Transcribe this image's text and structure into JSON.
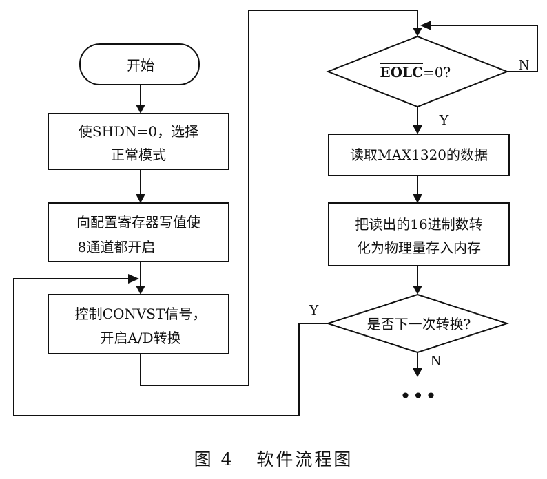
{
  "nodes": {
    "start": "开始",
    "step1": {
      "line1": "使SHDN=0，选择",
      "line2": "正常模式"
    },
    "step2": {
      "line1": "向配置寄存器写值使",
      "line2": "8通道都开启"
    },
    "step3": {
      "line1": "控制CONVST信号，",
      "line2": "开启A/D转换"
    },
    "decision1": {
      "overbar": "EOLC",
      "rest": "=0?"
    },
    "step4": "读取MAX1320的数据",
    "step5": {
      "line1": "把读出的16进制数转",
      "line2": "化为物理量存入内存"
    },
    "decision2": "是否下一次转换?"
  },
  "branch_labels": {
    "d1_no": "N",
    "d1_yes": "Y",
    "d2_yes": "Y",
    "d2_no": "N"
  },
  "continuation": "•••",
  "caption": "图 4   软件流程图"
}
